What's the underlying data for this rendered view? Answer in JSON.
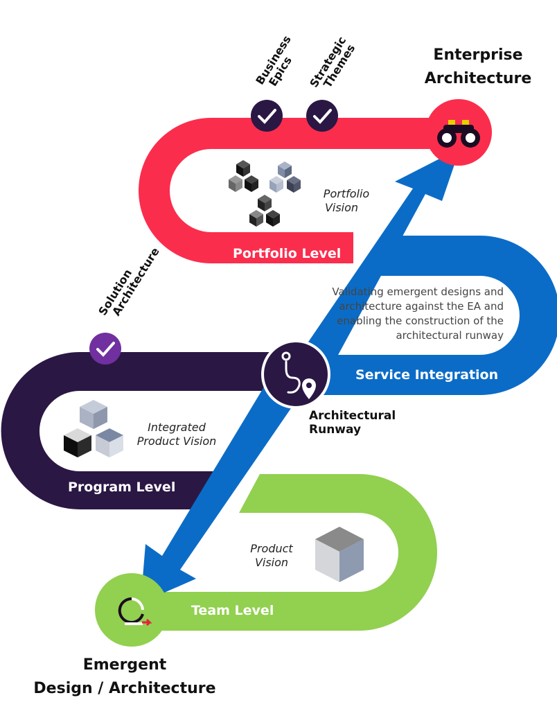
{
  "labels": {
    "enterprise": [
      "Enterprise",
      "Architecture"
    ],
    "business_epics": [
      "Business",
      "Epics"
    ],
    "strategic_themes": [
      "Strategic",
      "Themes"
    ],
    "solution_architecture": [
      "Solution",
      "Architecture"
    ],
    "portfolio_vision": [
      "Portfolio",
      "Vision"
    ],
    "portfolio_level": "Portfolio Level",
    "validating": "Validating emergent designs and architecture  against the EA and enabling the construction of the architectural runway",
    "service_integration": "Service Integration",
    "architectural_runway": [
      "Architectural",
      "Runway"
    ],
    "integrated_product_vision": [
      "Integrated",
      "Product Vision"
    ],
    "program_level": "Program Level",
    "product_vision": [
      "Product",
      "Vision"
    ],
    "team_level": "Team Level",
    "emergent": [
      "Emergent",
      "Design / Architecture"
    ]
  },
  "colors": {
    "portfolio": "#fb2d4d",
    "service": "#0b6cc7",
    "program": "#2a1744",
    "team": "#92d050",
    "check_dark": "#2a1744",
    "check_purple": "#7030a0"
  },
  "icons": {
    "enterprise": "binoculars-icon",
    "runway": "route-pin-icon",
    "emergent": "cycle-arrow-icon"
  }
}
